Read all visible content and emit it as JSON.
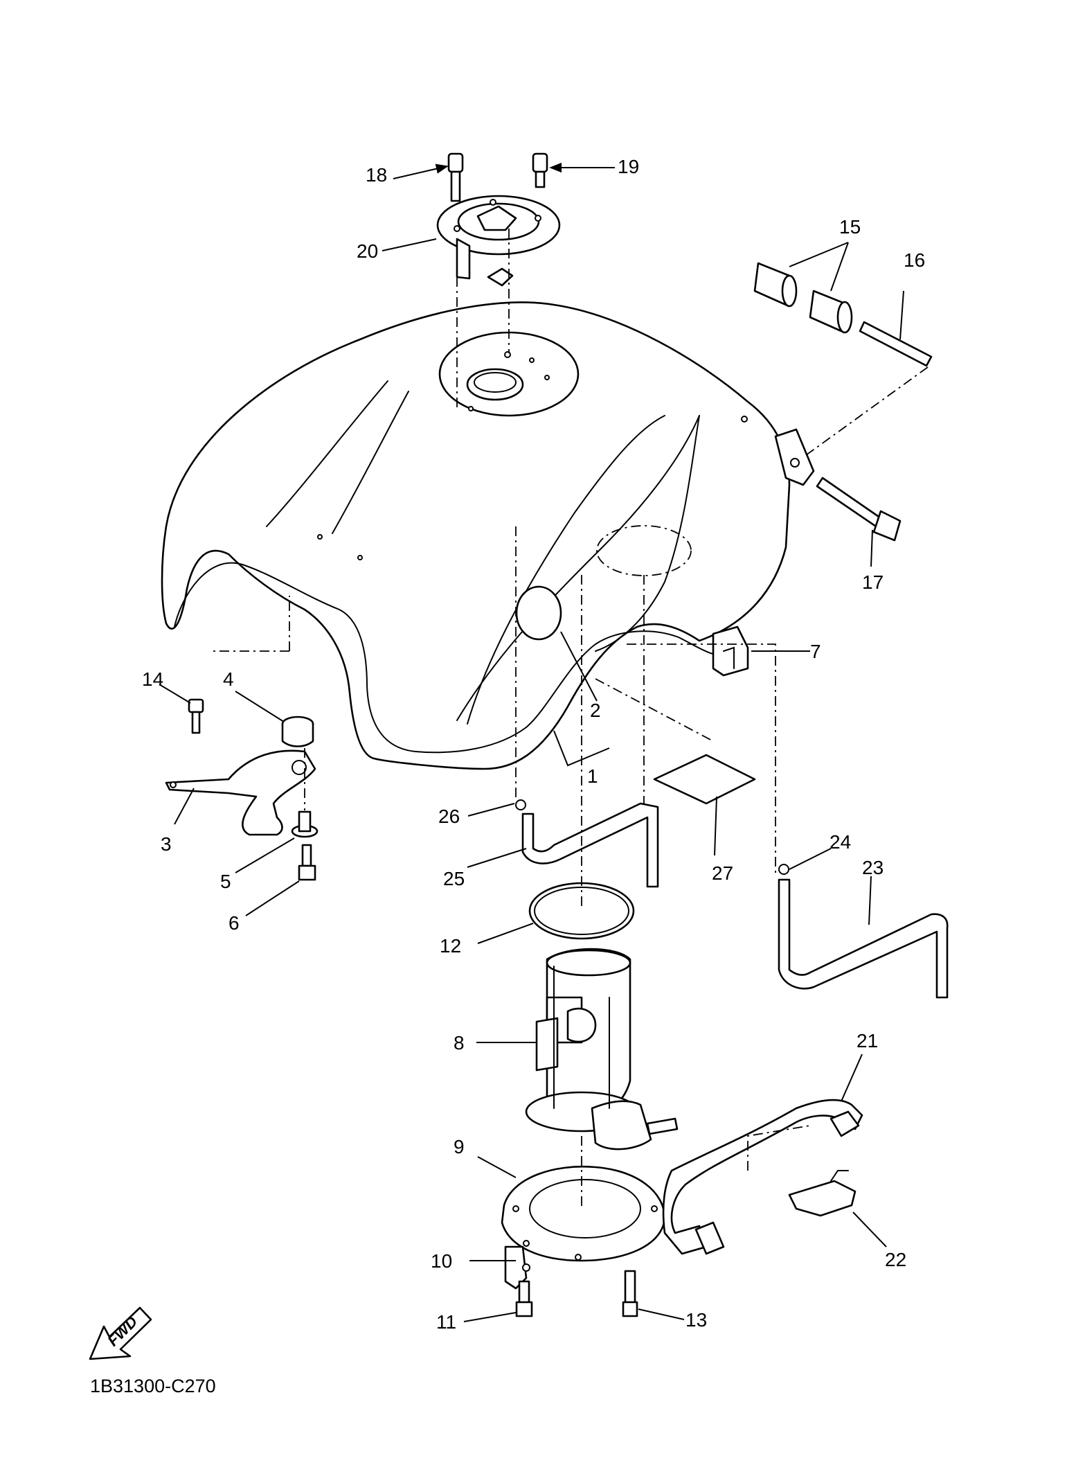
{
  "diagram_code": "1B31300-C270",
  "fwd_label": "FWD",
  "callouts": [
    "1",
    "2",
    "3",
    "4",
    "5",
    "6",
    "7",
    "8",
    "9",
    "10",
    "11",
    "12",
    "13",
    "14",
    "15",
    "16",
    "17",
    "18",
    "19",
    "20",
    "21",
    "22",
    "23",
    "24",
    "25",
    "26",
    "27"
  ]
}
